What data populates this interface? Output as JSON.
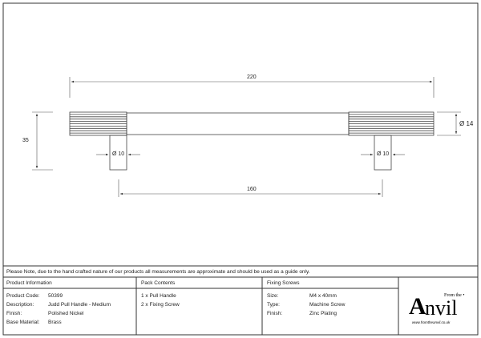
{
  "drawing": {
    "overall_length": "220",
    "centres": "160",
    "height": "35",
    "grip_diameter": "Ø 14",
    "post_diameter_left": "Ø 10",
    "post_diameter_right": "Ø 10"
  },
  "note": "Please Note, due to the hand crafted nature of our products all measurements are approximate and should be used as a guide only.",
  "product_info": {
    "header": "Product Information",
    "rows": [
      {
        "label": "Product Code:",
        "value": "50399"
      },
      {
        "label": "Description:",
        "value": "Judd Pull Handle - Medium"
      },
      {
        "label": "Finish:",
        "value": "Polished Nickel"
      },
      {
        "label": "Base Material:",
        "value": "Brass"
      }
    ]
  },
  "pack_contents": {
    "header": "Pack Contents",
    "items": [
      "1 x Pull Handle",
      "2 x Fixing Screw"
    ]
  },
  "fixing_screws": {
    "header": "Fixing Screws",
    "rows": [
      {
        "label": "Size:",
        "value": "M4 x 40mm"
      },
      {
        "label": "Type:",
        "value": "Machine Screw"
      },
      {
        "label": "Finish:",
        "value": "Zinc Plating"
      }
    ]
  },
  "logo": {
    "from": "From the",
    "name": "Anvil",
    "url": "www.fromtheanvil.co.uk"
  }
}
